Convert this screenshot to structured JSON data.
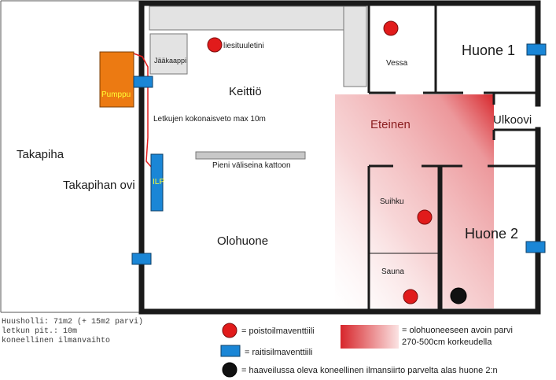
{
  "rooms": {
    "takapiha": "Takapiha",
    "takapihan_ovi": "Takapihan ovi",
    "keittio": "Keittiö",
    "olohuone": "Olohuone",
    "vessa": "Vessa",
    "huone1": "Huone 1",
    "ulkoovi": "Ulkoovi",
    "eteinen": "Eteinen",
    "suihku": "Suihku",
    "sauna": "Sauna",
    "huone2": "Huone 2"
  },
  "appliances": {
    "jaakaappi": "Jääkaappi",
    "pumppu": "Pumppu",
    "ilp": "ILP",
    "liesituuletin": "liesituuletini"
  },
  "notes": {
    "hose_note": "Letkujen kokonaisveto max 10m",
    "partition": "Pieni väliseina kattoon"
  },
  "info": {
    "line1": "Huusholli: 71m2 (+ 15m2 parvi)",
    "line2": "letkun pit.: 10m",
    "line3": "koneellinen ilmanvaihto"
  },
  "legend": {
    "exhaust": "= poistoilmaventtiili",
    "supply": "= raitisilmaventtiili",
    "loft_line1": "= olohuoneeseen avoin parvi",
    "loft_line2": "270-500cm korkeudella",
    "transfer": "= haaveilussa oleva koneellinen ilmansiirto parvelta alas huone 2:n"
  },
  "colors": {
    "wall": "#1a1a1a",
    "exhaust_valve": "#e11b1b",
    "supply_valve": "#1a86d6",
    "pump": "#ec7a12",
    "counter": "#e3e3e3",
    "loft_gradient": "#d7262b",
    "hose": "#e11b1b"
  }
}
